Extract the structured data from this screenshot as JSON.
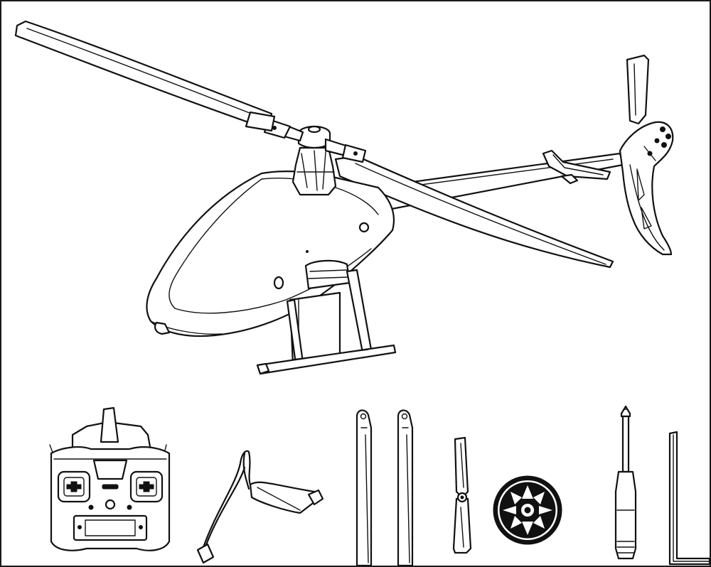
{
  "figure": {
    "stroke_color": "#111111",
    "fill_color": "#ffffff",
    "frame_color": "#1a1a1a"
  },
  "helicopter": {
    "icon": "rc-helicopter-icon"
  },
  "package_contents": [
    {
      "key": "transmitter",
      "icon": "rc-transmitter-icon"
    },
    {
      "key": "usb_charger",
      "icon": "usb-charger-cable-icon"
    },
    {
      "key": "main_blades",
      "icon": "spare-main-blades-icon"
    },
    {
      "key": "tail_propeller",
      "icon": "tail-propeller-icon"
    },
    {
      "key": "main_gear",
      "icon": "main-gear-icon"
    },
    {
      "key": "screwdriver",
      "icon": "screwdriver-icon"
    },
    {
      "key": "hex_wrench",
      "icon": "hex-key-icon"
    }
  ]
}
